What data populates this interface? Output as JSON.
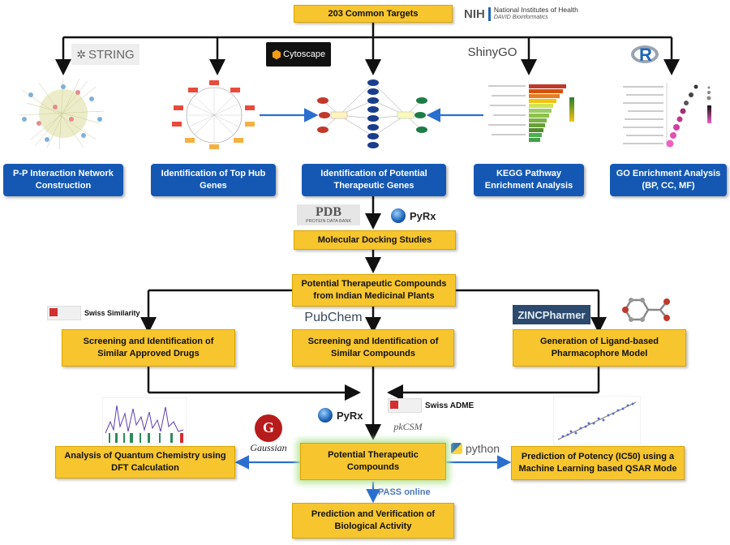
{
  "boxes": {
    "common_targets": "203 Common Targets",
    "ppi": "P-P Interaction Network Construction",
    "hub": "Identification of Top Hub Genes",
    "potential_genes": "Identification of Potential Therapeutic Genes",
    "kegg": "KEGG Pathway Enrichment Analysis",
    "go": "GO Enrichment Analysis (BP, CC, MF)",
    "docking": "Molecular Docking Studies",
    "plants": "Potential Therapeutic Compounds from Indian Medicinal Plants",
    "similar_drugs": "Screening and Identification of Similar Approved Drugs",
    "similar_compounds": "Screening and Identification of Similar Compounds",
    "pharmacophore": "Generation of Ligand-based Pharmacophore Model",
    "dft": "Analysis of Quantum Chemistry using DFT Calculation",
    "compounds": "Potential Therapeutic Compounds",
    "potency": "Prediction of Potency (IC50) using a Machine Learning based QSAR Mode",
    "activity": "Prediction and Verification of Biological Activity"
  },
  "logos": {
    "nih_abbr": "NIH",
    "nih_name": "National Institutes of Health",
    "nih_sub": "DAVID Bioinformatics",
    "string": "STRING",
    "cytoscape": "Cytoscape",
    "shinygo": "ShinyGO",
    "r": "R",
    "pdb": "PDB",
    "pdb_sub": "PROTEIN DATA BANK",
    "pyrx": "PyRx",
    "swiss_similarity": "Swiss Similarity",
    "pubchem": "PubChem",
    "zincpharmer": "ZINCPharmer",
    "gaussian": "Gaussian",
    "swiss_adme": "Swiss ADME",
    "pkcsm": "pkCSM",
    "python": "python",
    "pass_online": "PASS online"
  },
  "colors": {
    "yellow": "#f7c52d",
    "blue": "#1458b4",
    "arrow_black": "#111111",
    "arrow_blue": "#2a6fd0"
  }
}
